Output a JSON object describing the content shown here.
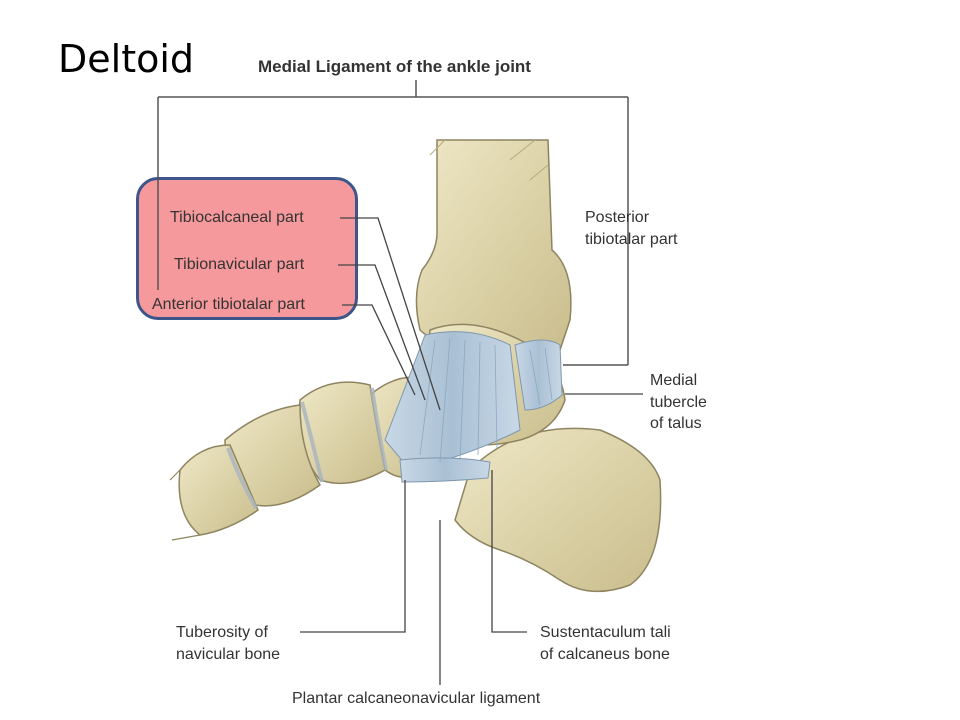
{
  "slide": {
    "title": "Deltoid"
  },
  "figure": {
    "title": "Medial Ligament of the ankle joint",
    "labels": {
      "tibiocalcaneal": "Tibiocalcaneal part",
      "tibionavicular": "Tibionavicular part",
      "anterior_tibiotalar": "Anterior tibiotalar part",
      "posterior_tibiotalar": [
        "Posterior",
        "tibiotalar part"
      ],
      "medial_tubercle": [
        "Medial",
        "tubercle",
        "of talus"
      ],
      "tuberosity_navicular": [
        "Tuberosity of",
        "navicular bone"
      ],
      "sustentaculum": [
        "Sustentaculum tali",
        "of calcaneus bone"
      ],
      "plantar_ligament": "Plantar calcaneonavicular ligament"
    }
  },
  "colors": {
    "highlight_fill": "#f6999c",
    "highlight_border": "#3d5589",
    "bone": "#d9cfa4",
    "ligament": "#b4c9db"
  }
}
